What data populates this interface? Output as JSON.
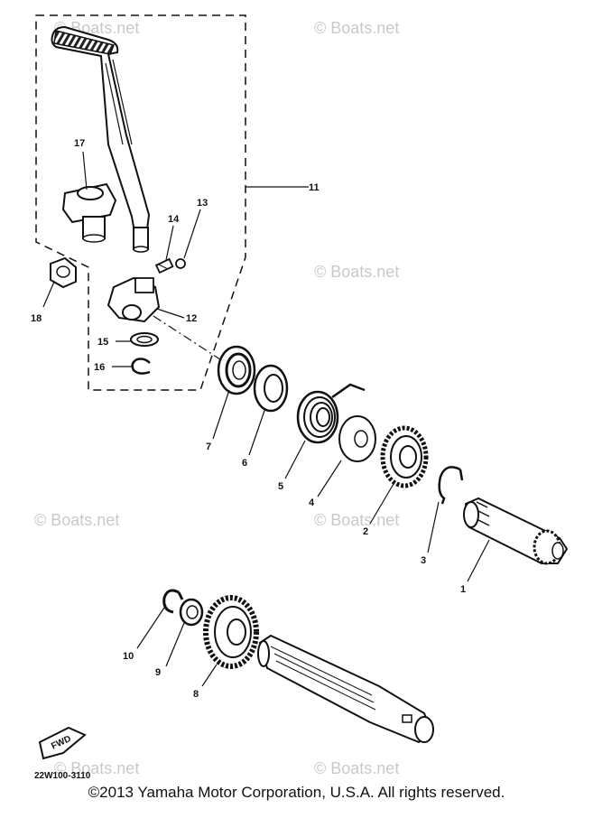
{
  "watermark": "© Boats.net",
  "diagram_code": "22W100-3110",
  "direction_label": "FWD",
  "copyright": "©2013 Yamaha Motor Corporation, U.S.A. All rights reserved.",
  "callouts": {
    "c1": "1",
    "c2": "2",
    "c3": "3",
    "c4": "4",
    "c5": "5",
    "c6": "6",
    "c7": "7",
    "c8": "8",
    "c9": "9",
    "c10": "10",
    "c11": "11",
    "c12": "12",
    "c13": "13",
    "c14": "14",
    "c15": "15",
    "c16": "16",
    "c17": "17",
    "c18": "18"
  }
}
